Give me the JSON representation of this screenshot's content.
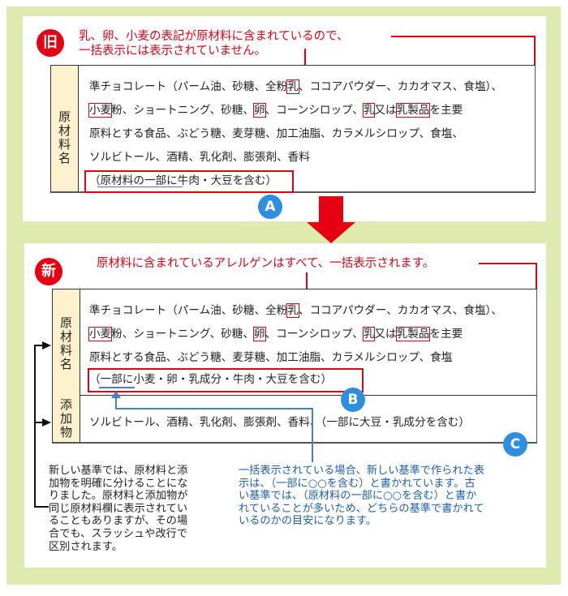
{
  "old": {
    "badge": "旧",
    "headline_line1": "乳、卵、小麦の表記が原材料に含まれているので、",
    "headline_line2": "一括表示には表示されていません。",
    "label": [
      "原",
      "材",
      "料",
      "名"
    ],
    "lines": [
      {
        "pre": "準チョコレート（パーム油、砂糖、全粉",
        "hl1": "乳",
        "post": "、ココアパウダー、カカオマス、食塩）、"
      },
      {
        "hl1": "小麦",
        "mid1": "粉、ショートニング、砂糖、",
        "hl2": "卵",
        "mid2": "、コーンシロップ、",
        "hl3": "乳",
        "mid3": "又は",
        "hl4": "乳製品",
        "post": "を主要"
      },
      {
        "text": "原料とする食品、ぶどう糖、麦芽糖、加工油脂、カラメルシロップ、食塩、"
      },
      {
        "text": "ソルビトール、酒精、乳化剤、膨張剤、香料"
      },
      {
        "text": "（原材料の一部に牛肉・大豆を含む）"
      }
    ],
    "marker": "A"
  },
  "new": {
    "badge": "新",
    "headline": "原材料に含まれているアレルゲンはすべて、一括表示されます。",
    "label_ingredients": [
      "原",
      "材",
      "料",
      "名"
    ],
    "label_additives": [
      "添",
      "加",
      "物"
    ],
    "lines": [
      {
        "pre": "準チョコレート（パーム油、砂糖、全粉",
        "hl1": "乳",
        "post": "、ココアパウダー、カカオマス、食塩）、"
      },
      {
        "hl1": "小麦",
        "mid1": "粉、ショートニング、砂糖、",
        "hl2": "卵",
        "mid2": "、コーンシロップ、",
        "hl3": "乳",
        "mid3": "又は",
        "hl4": "乳製品",
        "post": "を主要"
      },
      {
        "text": "原料とする食品、ぶどう糖、麦芽糖、加工油脂、カラメルシロップ、食塩"
      },
      {
        "text": "（一部に小麦・卵・乳成分・牛肉・大豆を含む）"
      }
    ],
    "additives_line": "ソルビトール、酒精、乳化剤、膨張剤、香料、（一部に大豆・乳成分を含む）",
    "marker_b": "B",
    "marker_c": "C"
  },
  "notes": {
    "black": [
      "新しい基準では、原材料と添",
      "加物を明確に分けることにな",
      "りました。原材料と添加物が",
      "同じ原材料欄に表示されてい",
      "ることもありますが、その場",
      "合でも、スラッシュや改行で",
      "区別されます。"
    ],
    "blue": [
      "一括表示されている場合、新しい基準で作られた表",
      "示は、（一部に○○を含む）と書かれています。古",
      "い基準では、（原材料の一部に○○を含む）と書か",
      "れていることが多いため、どちらの基準で書かれて",
      "いるのかの目安になります。"
    ]
  },
  "colors": {
    "accent_red": "#e60012",
    "marker_blue": "#2e8fe0",
    "note_blue": "#1f5fae",
    "background_green": "#dfeaae",
    "label_cream": "#fdf0cc"
  }
}
